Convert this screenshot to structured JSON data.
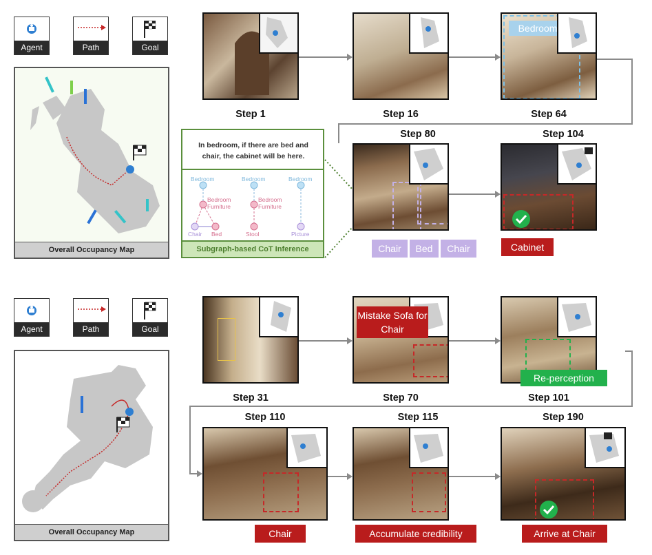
{
  "legend": {
    "agent": "Agent",
    "path": "Path",
    "goal": "Goal"
  },
  "map_caption": "Overall Occupancy Map",
  "episode1": {
    "steps": [
      "Step 1",
      "Step 16",
      "Step 64",
      "Step 80",
      "Step 104"
    ],
    "room_label": "Bedroom",
    "cot_text": "In bedroom, if there are bed and chair, the cabinet will be here.",
    "cot_caption": "Subgraph-based CoT Inference",
    "graph_nodes": {
      "g1_top": "Bedroom",
      "g1_mid": "Bedroom Furniture",
      "g1_left": "Chair",
      "g1_right": "Bed",
      "g2_top": "Bedroom",
      "g2_mid": "Bedroom Furniture",
      "g2_bottom": "Stool",
      "g3_top": "Bedroom",
      "g3_bottom": "Picture"
    },
    "object_tags": [
      "Chair",
      "Bed",
      "Chair"
    ],
    "goal_tag": "Cabinet"
  },
  "episode2": {
    "steps": [
      "Step 31",
      "Step 70",
      "Step 101",
      "Step 110",
      "Step 115",
      "Step 190"
    ],
    "mistake_tag": "Mistake Sofa for Chair",
    "reperception_tag": "Re-perception",
    "tags_bottom": [
      "Chair",
      "Accumulate credibility",
      "Arrive at Chair"
    ]
  },
  "colors": {
    "red_tag": "#b91c1c",
    "purple_tag": "#c3b1e6",
    "green_tag": "#22b14c",
    "cot_green": "#5a8f3c"
  }
}
